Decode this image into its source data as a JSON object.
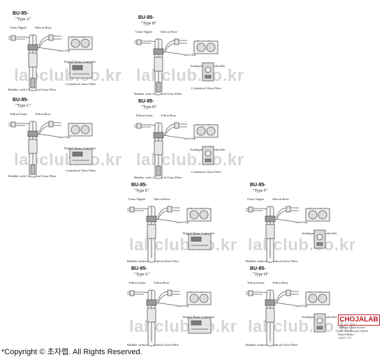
{
  "watermark": "labclub.co.kr",
  "panels": [
    {
      "title": "BU-85-",
      "type": "\"Type A\"",
      "left_fitting": "Glass Nipple",
      "right_fitting": "Silicon Hose",
      "heating": "Heating Tape",
      "clip": "Joint Clip",
      "controller": "Digital Temp. Controller",
      "filter": "Cylindrical Glass Filter",
      "caption": "Bubbler with Cylindrical Glass Filter",
      "controller_style": "digital",
      "has_filter": true
    },
    {
      "title": "BU-85-",
      "type": "\"Type B\"",
      "left_fitting": "Glass Nipple",
      "right_fitting": "Silicon Hose",
      "heating": "Heating Tape",
      "clip": "Joint Clip",
      "controller": "Analogue Temp. Controller",
      "filter": "Cylindrical Glass Filter",
      "caption": "Bubbler with Cylindrical Glass Filter",
      "controller_style": "analogue",
      "has_filter": true
    },
    {
      "title": "BU-85-",
      "type": "\"Type C\"",
      "left_fitting": "Teflon Union",
      "right_fitting": "Teflon Hose",
      "heating": "Heating Tape",
      "clip": "Joint Clip",
      "controller": "Digital Temp. Controller",
      "filter": "Cylindrical Glass Filter",
      "caption": "Bubbler with Cylindrical Glass Filter",
      "controller_style": "digital",
      "has_filter": true
    },
    {
      "title": "BU-85-",
      "type": "\"Type D\"",
      "left_fitting": "Teflon Union",
      "right_fitting": "Teflon Hose",
      "heating": "Heating Tape",
      "clip": "Joint Clip",
      "controller": "Analogue Temp. Controller",
      "filter": "Cylindrical Glass Filter",
      "caption": "Bubbler with Cylindrical Glass Filter",
      "controller_style": "analogue",
      "has_filter": true
    },
    {
      "title": "BU-85-",
      "type": "\"Type E\"",
      "left_fitting": "Glass Nipple",
      "right_fitting": "Silicon Hose",
      "heating": "Heating Tape",
      "clip": "Joint Clip",
      "controller": "Digital Temp. Controller",
      "filter": "",
      "caption": "Bubbler without Cylindrical Glass Filter",
      "controller_style": "digital",
      "has_filter": false
    },
    {
      "title": "BU-85-",
      "type": "\"Type F\"",
      "left_fitting": "Glass Nipple",
      "right_fitting": "Silicon Hose",
      "heating": "Heating Tape",
      "clip": "Joint Clip",
      "controller": "Analogue Temp. Controller",
      "filter": "",
      "caption": "Bubbler without Cylindrical Glass Filter",
      "controller_style": "analogue",
      "has_filter": false
    },
    {
      "title": "BU-85-",
      "type": "\"Type G\"",
      "left_fitting": "Teflon Union",
      "right_fitting": "Teflon Hose",
      "heating": "Heating Tape",
      "clip": "Joint Clip",
      "controller": "Digital Temp. Controller",
      "filter": "",
      "caption": "Bubbler without Cylindrical Glass Filter",
      "controller_style": "digital",
      "has_filter": false
    },
    {
      "title": "BU-85-",
      "type": "\"Type H\"",
      "left_fitting": "Teflon Union",
      "right_fitting": "Teflon Hose",
      "heating": "Heating Tape",
      "clip": "Joint Clip",
      "controller": "Analogue Temp. Controller",
      "filter": "",
      "caption": "Bubbler without Cylindrical Glass Filter",
      "controller_style": "analogue",
      "has_filter": false
    }
  ],
  "brand": {
    "name": "CHOJALAB",
    "lines": [
      "1998 trust Global Science",
      "best cut fitness glass labsted",
      "Daybed Bidder",
      "v.024 0 1 3 7"
    ]
  },
  "footer": "*Copyright © 초자랩.     All Rights Reserved."
}
